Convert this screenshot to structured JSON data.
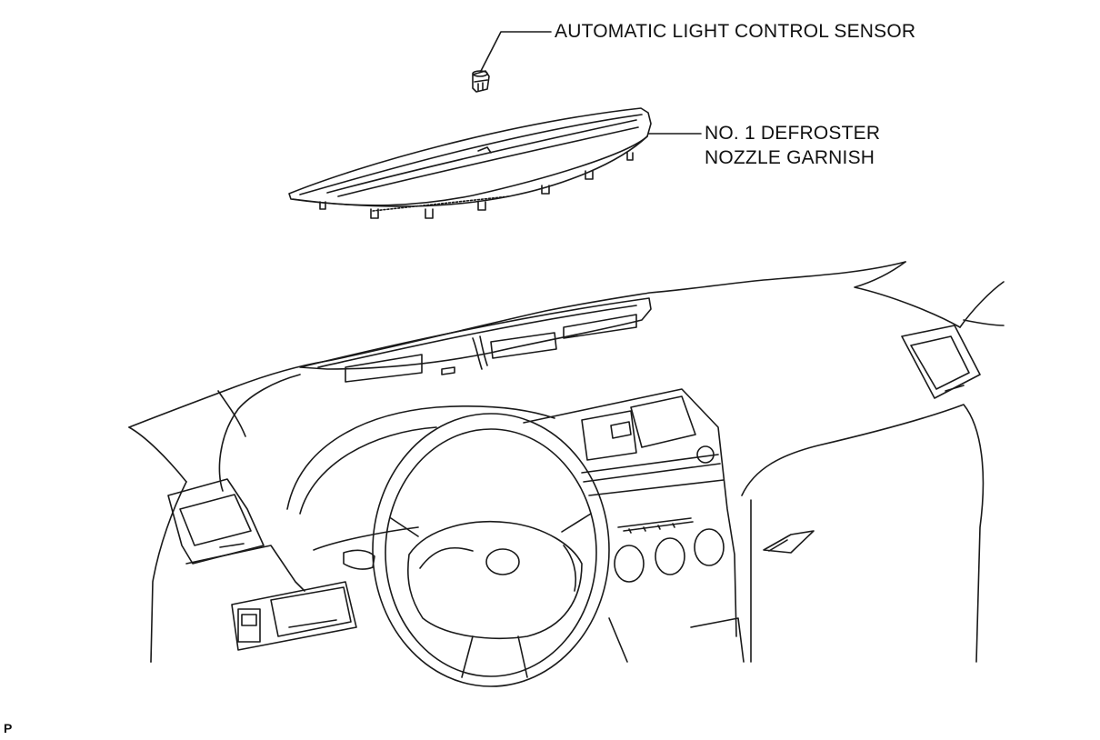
{
  "callouts": {
    "sensor": "AUTOMATIC LIGHT CONTROL SENSOR",
    "garnish_line1": "NO. 1 DEFROSTER",
    "garnish_line2": "NOZZLE GARNISH"
  },
  "corner_mark": "P"
}
